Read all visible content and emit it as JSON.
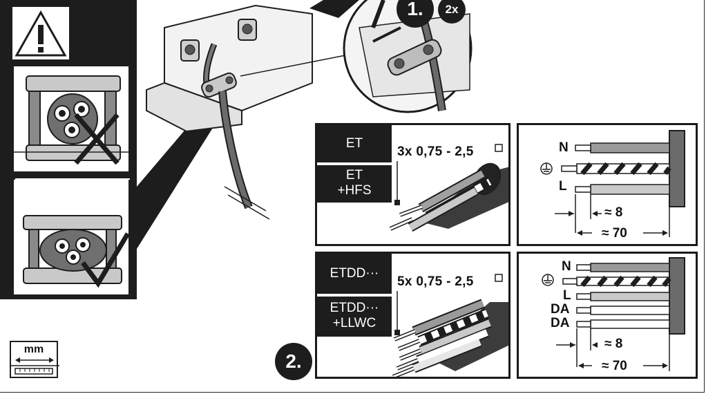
{
  "steps": {
    "step1": "1.",
    "step1_multiplier": "2x",
    "step2": "2."
  },
  "units": {
    "mm_label": "mm"
  },
  "panels": [
    {
      "labels": [
        "ET",
        "ET\n+HFS"
      ],
      "spec": "3x 0,75 - 2,5",
      "wires": [
        {
          "label": "N",
          "type": "neutral"
        },
        {
          "label": "",
          "type": "earth"
        },
        {
          "label": "L",
          "type": "line"
        }
      ],
      "strip_length": "≈ 8",
      "sheath_length": "≈ 70"
    },
    {
      "labels": [
        "ETDD···",
        "ETDD···\n+LLWC"
      ],
      "spec": "5x 0,75 - 2,5",
      "wires": [
        {
          "label": "N",
          "type": "neutral"
        },
        {
          "label": "",
          "type": "earth"
        },
        {
          "label": "L",
          "type": "line"
        },
        {
          "label": "DA",
          "type": "data"
        },
        {
          "label": "DA",
          "type": "data"
        }
      ],
      "strip_length": "≈ 8",
      "sheath_length": "≈ 70"
    }
  ],
  "icons": [
    "warning-icon",
    "incorrect-cross-icon",
    "correct-check-icon",
    "arrow-down-icon",
    "earth-ground-icon",
    "ruler-icon"
  ],
  "colors": {
    "ink": "#1d1d1d",
    "wire_grey": "#9a9a9a",
    "wire_light": "#c9c9c9",
    "sheath": "#555555"
  }
}
